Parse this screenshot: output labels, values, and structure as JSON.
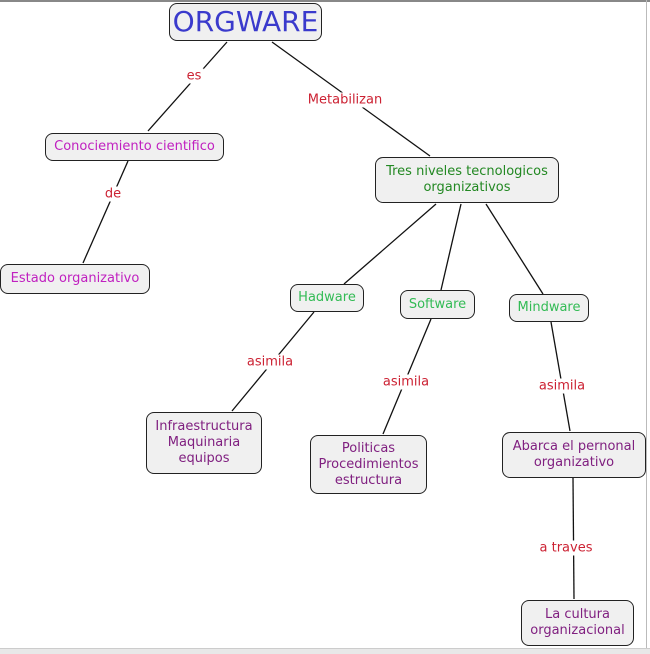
{
  "colors": {
    "root": "#3a3acc",
    "science": "#c020c0",
    "level": "#228822",
    "tech": "#33bb55",
    "detail": "#802080",
    "link": "#cc2233"
  },
  "nodes": {
    "orgware": "ORGWARE",
    "conocimiento": "Conociemiento cientifico",
    "estado": "Estado organizativo",
    "tres_niveles": "Tres niveles tecnologicos\norganizativos",
    "hadware": "Hadware",
    "software": "Software",
    "mindware": "Mindware",
    "infraestructura": "Infraestructura\nMaquinaria\nequipos",
    "politicas": "Politicas\nProcedimientos\nestructura",
    "abarca": "Abarca el pernonal\norganizativo",
    "cultura": "La cultura\norganizacional"
  },
  "links": {
    "es": "es",
    "metabilizan": "Metabilizan",
    "de": "de",
    "asimila_hadware": "asimila",
    "asimila_software": "asimila",
    "asimila_mindware": "asimila",
    "a_traves": "a traves"
  }
}
